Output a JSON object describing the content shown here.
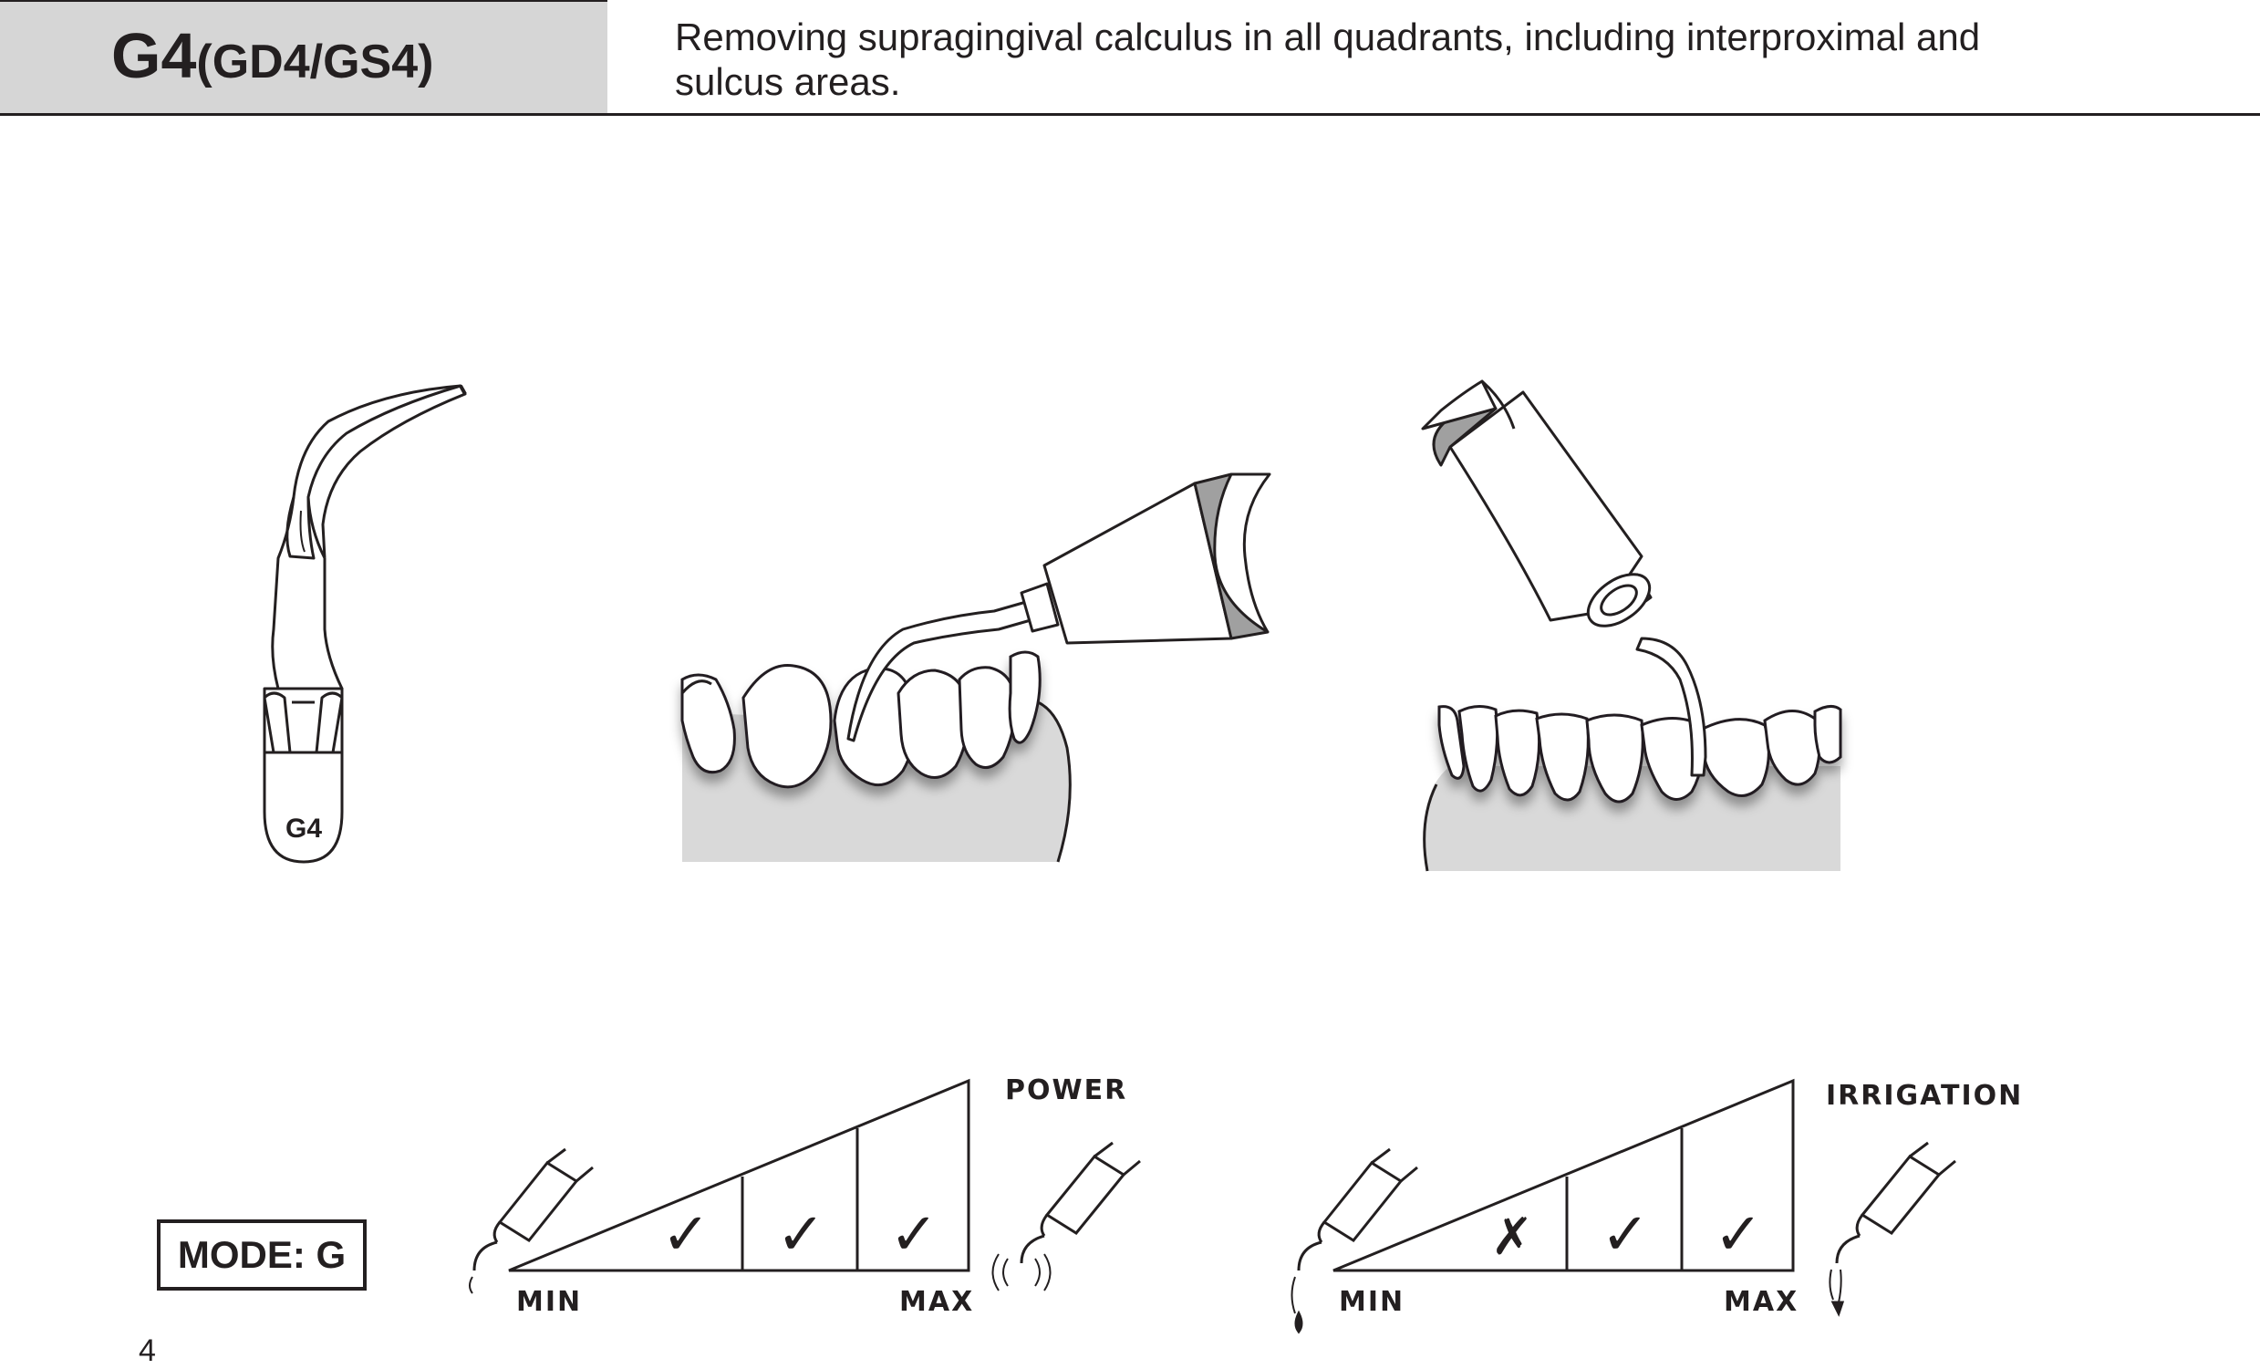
{
  "header": {
    "title": "G4",
    "title_variants": "(GD4/GS4)",
    "description_line1": "Removing supragingival calculus in all quadrants, including interproximal and",
    "description_line2": "sulcus areas."
  },
  "tip_illustration": {
    "engraving": "G4"
  },
  "mode": {
    "label": "MODE: G"
  },
  "power_scale": {
    "title": "POWER",
    "min_label": "MIN",
    "max_label": "MAX",
    "levels": [
      "check",
      "check",
      "check"
    ]
  },
  "irrigation_scale": {
    "title": "IRRIGATION",
    "min_label": "MIN",
    "max_label": "MAX",
    "levels": [
      "cross",
      "check",
      "check"
    ]
  },
  "footer": {
    "page_number": "4"
  },
  "colors": {
    "ink": "#231f20",
    "title_band": "#d6d6d6",
    "gum": "#d9d9d9"
  }
}
